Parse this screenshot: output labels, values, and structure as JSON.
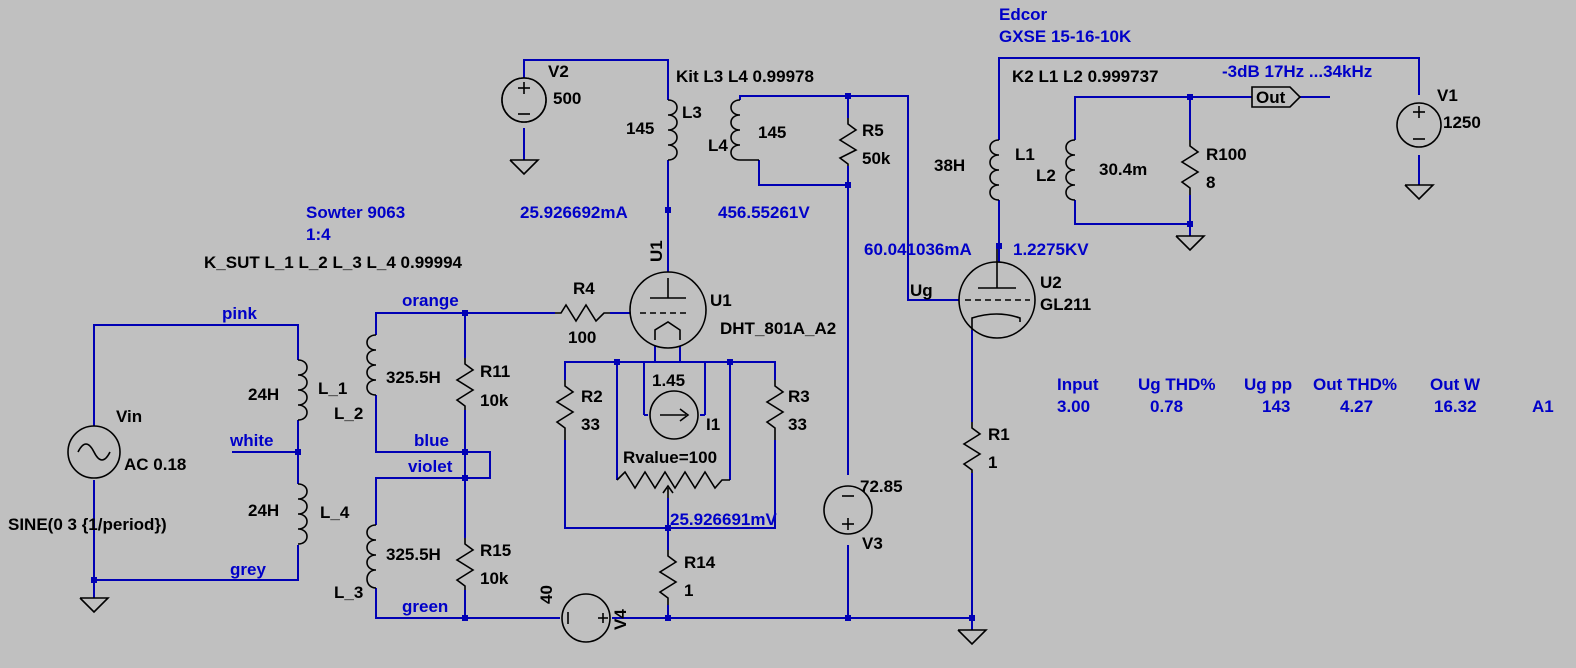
{
  "labels": {
    "edcor": "Edcor",
    "gxse": "GXSE 15-16-10K",
    "kit_coupling": "Kit L3 L4  0.99978",
    "k2_coupling": "K2 L1 L2  0.999737",
    "bandwidth": "-3dB   17Hz ...34kHz",
    "out_port": "Out",
    "sowter": "Sowter 9063",
    "ratio": "1:4",
    "k_sut": "K_SUT L_1 L_2 L_3 L_4 0.99994",
    "pink": "pink",
    "white": "white",
    "grey": "grey",
    "orange": "orange",
    "blue": "blue",
    "violet": "violet",
    "green": "green",
    "ug": "Ug",
    "op_current_u1": "25.926692mA",
    "op_voltage_u1": "456.55261V",
    "op_current_u2": "60.041036mA",
    "op_voltage_u2": "1.2275KV",
    "op_cathode": "25.926691mV",
    "sine": "SINE(0 3 {1/period})"
  },
  "components": {
    "v2": {
      "name": "V2",
      "value": "500"
    },
    "v1": {
      "name": "V1",
      "value": "1250"
    },
    "v3": {
      "name": "V3",
      "value": "72.85"
    },
    "v4": {
      "name": "V4",
      "value": "40"
    },
    "vin": {
      "name": "Vin",
      "value": "AC 0.18"
    },
    "l3": {
      "name": "L3",
      "value": "145"
    },
    "l4": {
      "name": "L4",
      "value": "145"
    },
    "l1": {
      "name": "L1",
      "value": "38H"
    },
    "l2": {
      "name": "L2",
      "value": "30.4m"
    },
    "l_1": {
      "name": "L_1",
      "value": "24H"
    },
    "l_4": {
      "name": "L_4",
      "value": "24H"
    },
    "l_2": {
      "name": "L_2",
      "value": "325.5H"
    },
    "l_3": {
      "name": "L_3",
      "value": "325.5H"
    },
    "r5": {
      "name": "R5",
      "value": "50k"
    },
    "r100": {
      "name": "R100",
      "value": "8"
    },
    "r4": {
      "name": "R4",
      "value": "100"
    },
    "r11": {
      "name": "R11",
      "value": "10k"
    },
    "r15": {
      "name": "R15",
      "value": "10k"
    },
    "r2": {
      "name": "R2",
      "value": "33"
    },
    "r3": {
      "name": "R3",
      "value": "33"
    },
    "r14": {
      "name": "R14",
      "value": "1"
    },
    "r1": {
      "name": "R1",
      "value": "1"
    },
    "rpot": {
      "value": "Rvalue=100"
    },
    "i1": {
      "name": "I1",
      "value": "1.45"
    },
    "u1": {
      "name": "U1",
      "model": "DHT_801A_A2",
      "ref_vertical": "U1"
    },
    "u2": {
      "name": "U2",
      "model": "GL211"
    }
  },
  "results": {
    "headers": [
      "Input",
      "Ug THD%",
      "Ug pp",
      "Out THD%",
      "Out W"
    ],
    "values": [
      "3.00",
      "0.78",
      "143",
      "4.27",
      "16.32"
    ],
    "tag": "A1"
  },
  "colors": {
    "background": "#c0c0c0",
    "wire": "#0000b4",
    "label": "#0000c8",
    "symbol": "#000000"
  }
}
